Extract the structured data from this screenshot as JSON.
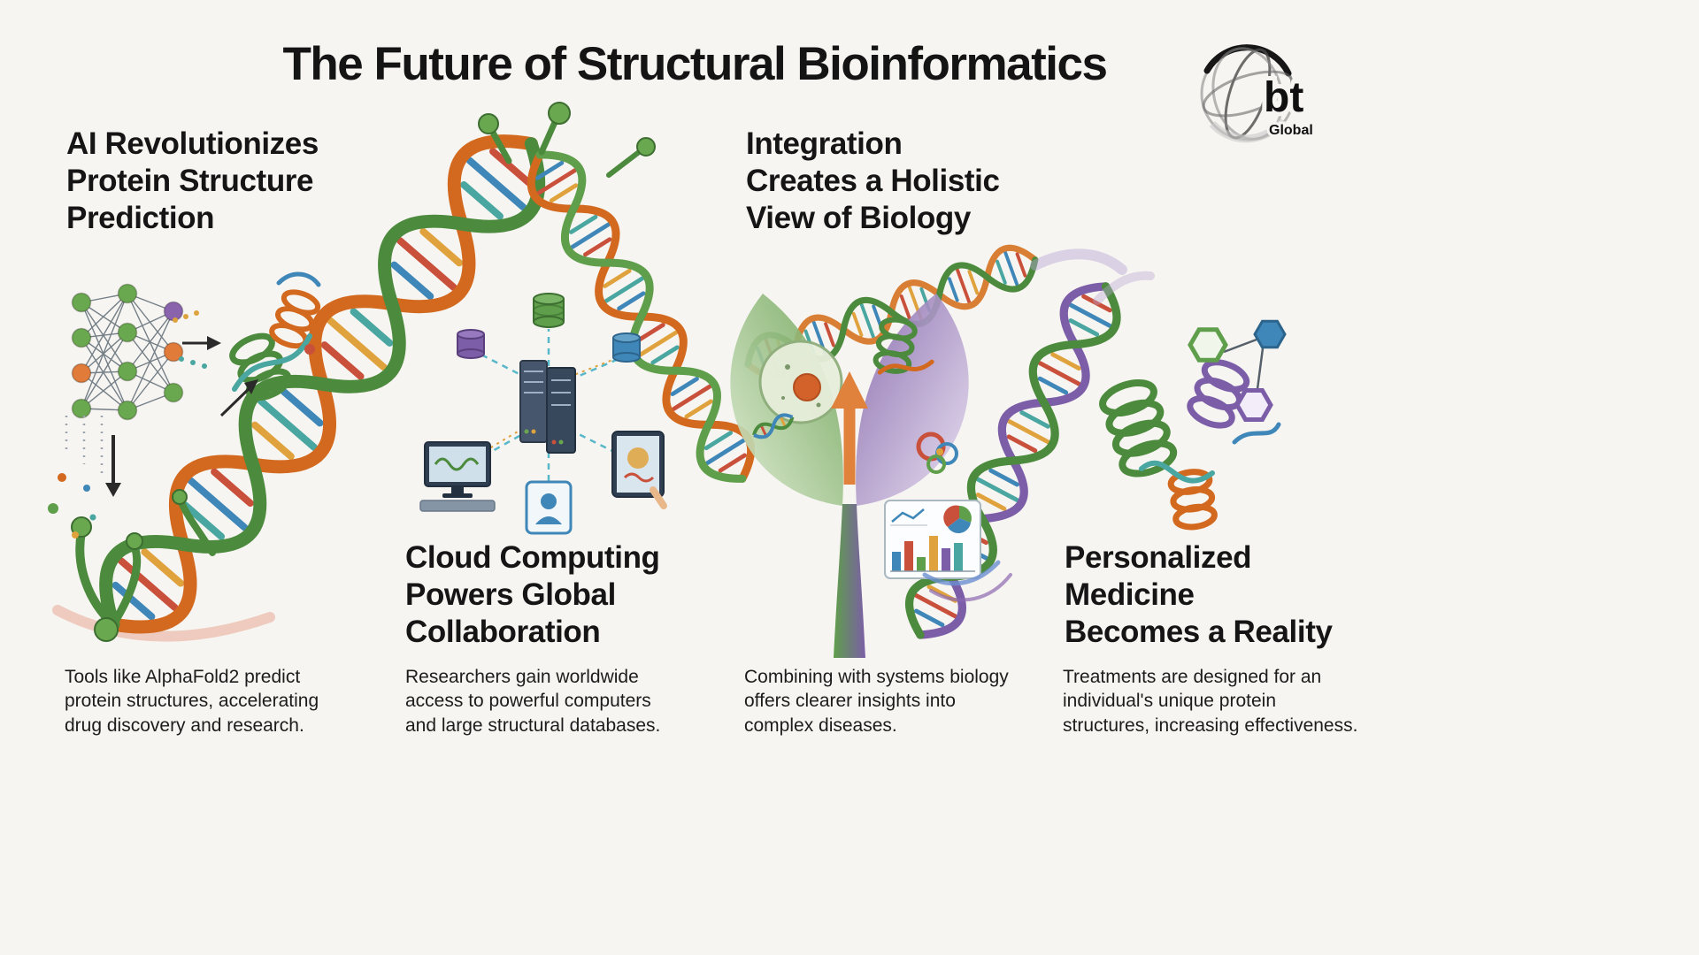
{
  "page": {
    "title": "The Future of Structural Bioinformatics",
    "background": "#f7f5f1"
  },
  "logo": {
    "icon": "globe-icon",
    "text": "bt",
    "subtext": "Global"
  },
  "sections": [
    {
      "heading": "AI Revolutionizes\nProtein Structure\nPrediction",
      "body": "Tools like AlphaFold2 predict\nprotein structures, accelerating\ndrug discovery and research.",
      "icons": [
        "neural-network-icon",
        "arrow-right-icon",
        "protein-ribbon-icon",
        "arrow-down-icon",
        "arrow-up-right-icon",
        "dna-helix-icon"
      ]
    },
    {
      "heading": "Cloud Computing\nPowers Global\nCollaboration",
      "body": "Researchers gain worldwide\naccess to powerful computers\nand large structural databases.",
      "icons": [
        "database-icon",
        "server-rack-icon",
        "desktop-computer-icon",
        "user-device-icon",
        "tablet-icon",
        "network-links-icon"
      ]
    },
    {
      "heading": "Integration\nCreates a Holistic\nView of Biology",
      "body": "Combining with systems biology\noffers clearer insights into\ncomplex diseases.",
      "icons": [
        "dna-helix-icon",
        "cell-icon",
        "protein-ribbon-icon",
        "arrow-up-icon",
        "analytics-panel-icon",
        "leaf-icon"
      ]
    },
    {
      "heading": "Personalized\nMedicine\nBecomes a Reality",
      "body": "Treatments are designed for an\nindividual's unique protein\nstructures, increasing effectiveness.",
      "icons": [
        "protein-helix-icon",
        "molecule-hexagon-icon"
      ]
    }
  ],
  "colors": {
    "green": "#4c8a3d",
    "light_green": "#6aa84f",
    "orange": "#d2691e",
    "purple": "#7b5ea7",
    "blue": "#3f87b8",
    "teal": "#49a6a0",
    "red": "#c9503a",
    "amber": "#e0a23c",
    "text": "#161616",
    "background": "#f7f5f1"
  }
}
